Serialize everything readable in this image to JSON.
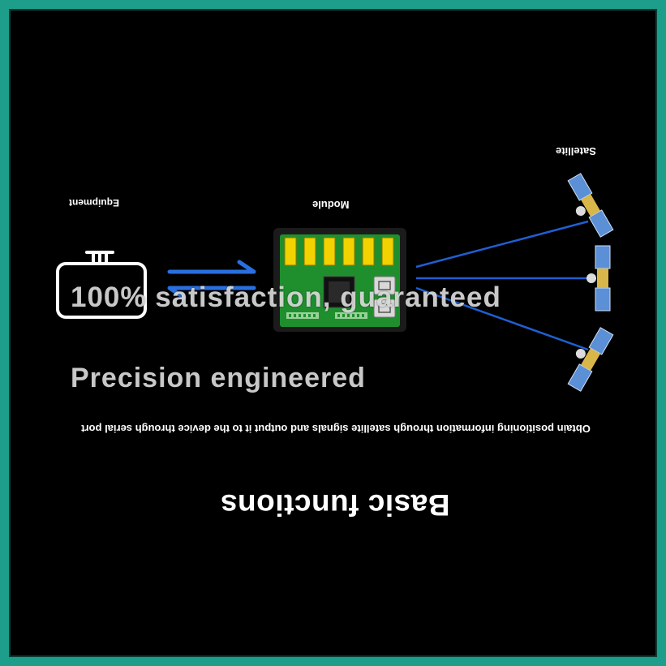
{
  "labels": {
    "satellite": "Satellite",
    "module": "Module",
    "equipment": "Equipment"
  },
  "description": "Obtain positioning information through satellite signals and output it to the device through serial port",
  "heading": "Basic functions",
  "watermarks": {
    "line1": "100% satisfaction, guaranteed",
    "line2": "Precision engineered"
  },
  "icons": {
    "equipment": "device-icon",
    "module": "gnss-module-board",
    "satellite": "satellite-icon",
    "arrows": "bidirectional-arrows-icon"
  },
  "colors": {
    "background": "#000000",
    "frame": "#1d9e8a",
    "signal_line": "#1f5fd1",
    "board": "#1f8f2e",
    "pads": "#f2d200",
    "arrow": "#2a6fe0"
  }
}
